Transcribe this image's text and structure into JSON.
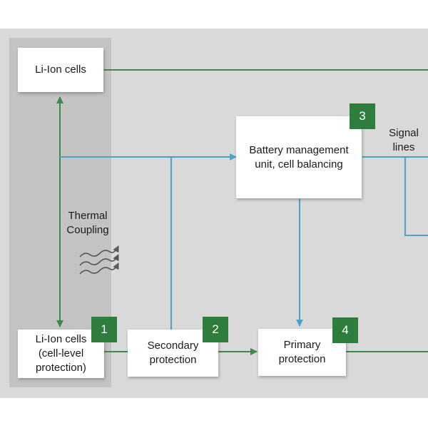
{
  "colors": {
    "green_line": "#3b8a47",
    "blue_line": "#4aa3c9",
    "badge": "#2f7d3c"
  },
  "boxes": {
    "cells_top": {
      "label": "Li-Ion cells"
    },
    "bms": {
      "label": "Battery management\nunit, cell balancing",
      "badge": "3"
    },
    "cells_protection": {
      "label": "Li-Ion cells\n(cell-level\nprotection)",
      "badge": "1"
    },
    "secondary": {
      "label": "Secondary\nprotection",
      "badge": "2"
    },
    "primary": {
      "label": "Primary\nprotection",
      "badge": "4"
    }
  },
  "labels": {
    "thermal": "Thermal\nCoupling",
    "signal": "Signal\nlines"
  },
  "icons": {
    "heat": "heat-waves-icon"
  }
}
